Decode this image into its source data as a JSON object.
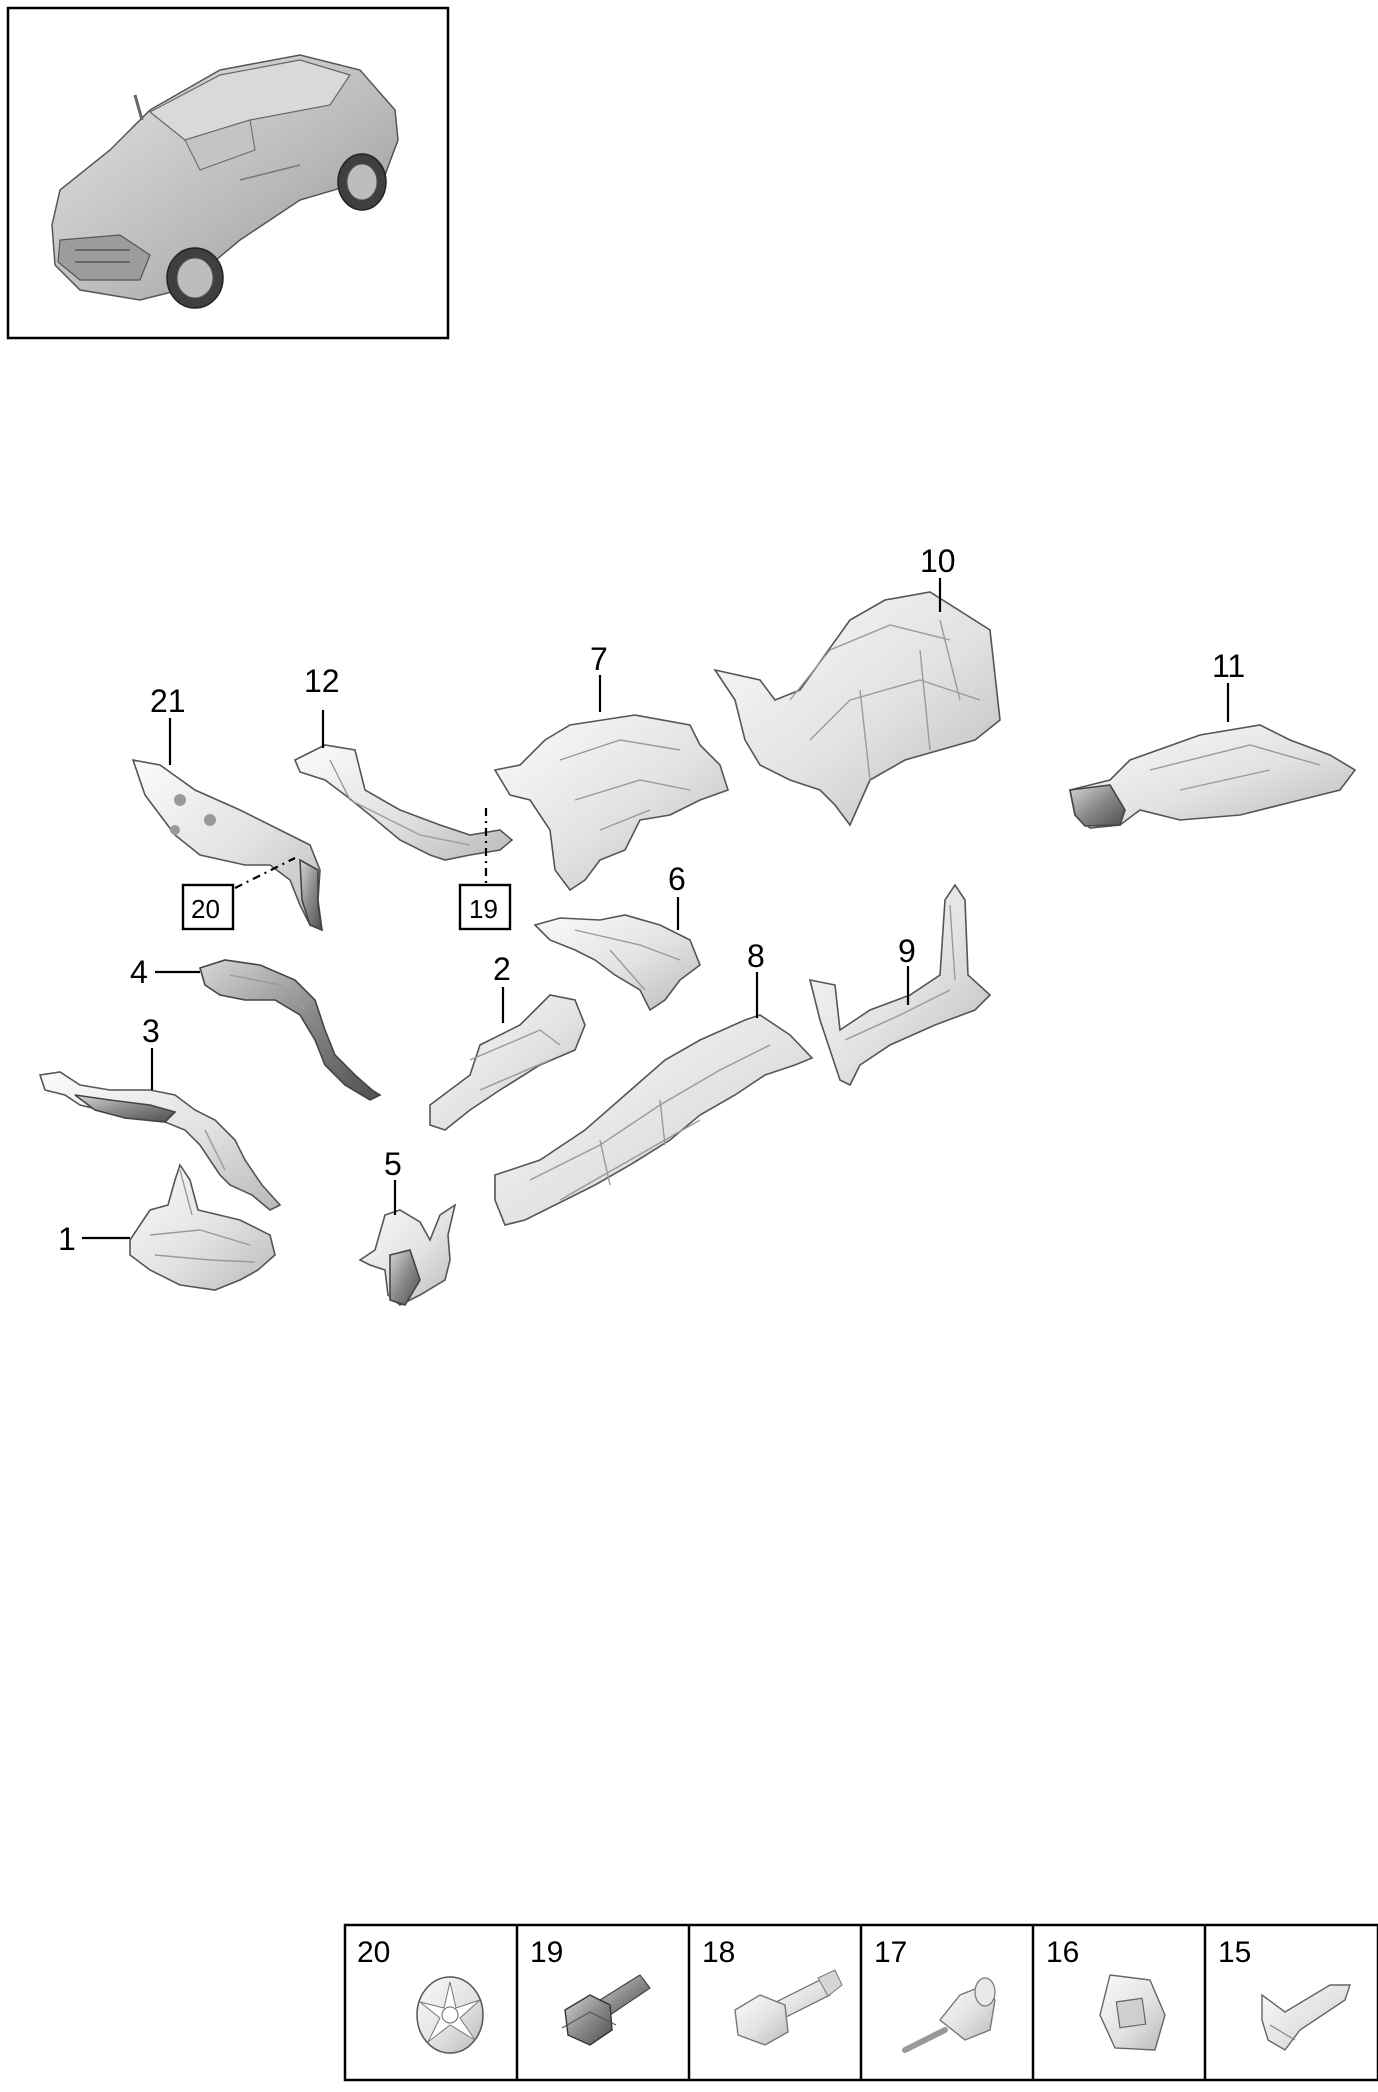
{
  "overview": {
    "icon": "car-overview-icon"
  },
  "callouts": {
    "c1": "1",
    "c2": "2",
    "c3": "3",
    "c4": "4",
    "c5": "5",
    "c6": "6",
    "c7": "7",
    "c8": "8",
    "c9": "9",
    "c10": "10",
    "c11": "11",
    "c12": "12",
    "c19": "19",
    "c20": "20",
    "c21": "21"
  },
  "legend": [
    {
      "number": "20",
      "icon": "star-washer-icon"
    },
    {
      "number": "19",
      "icon": "bolt-icon"
    },
    {
      "number": "18",
      "icon": "shoulder-bolt-icon"
    },
    {
      "number": "17",
      "icon": "expansion-rivet-icon"
    },
    {
      "number": "16",
      "icon": "square-nut-icon"
    },
    {
      "number": "15",
      "icon": "spring-clip-icon"
    }
  ],
  "colors": {
    "line": "#000000",
    "metal_light": "#f4f4f4",
    "metal_mid": "#cfcfcf",
    "metal_dark": "#7a7a7a"
  }
}
